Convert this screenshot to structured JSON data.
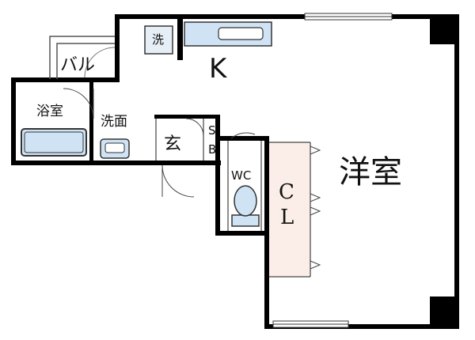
{
  "rooms": {
    "western": "洋室",
    "kitchen": "K",
    "bath": "浴室",
    "washroom": "洗面",
    "balcony": "バル",
    "entrance": "玄",
    "shoebox_s": "S",
    "shoebox_b": "B",
    "wc": "WC",
    "closet_c": "C",
    "closet_l": "L",
    "washer": "洗"
  }
}
